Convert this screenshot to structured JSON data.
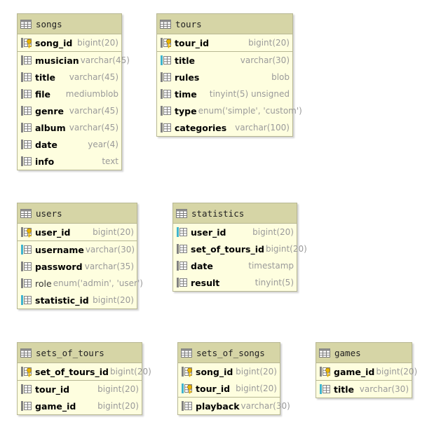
{
  "colors": {
    "header": "#d6d5a6",
    "body": "#fefedf",
    "border": "#b7b793",
    "key": "#e8b400",
    "foreign_key": "#3fb4cf",
    "column_icon": "#808080"
  },
  "tables": [
    {
      "id": "songs",
      "title": "songs",
      "pk": [
        {
          "name": "song_id",
          "type": "bigint(20)",
          "icon": "primary-key-icon"
        }
      ],
      "cols": [
        {
          "name": "musician",
          "type": "varchar(45)",
          "icon": "column-icon"
        },
        {
          "name": "title",
          "type": "varchar(45)",
          "icon": "column-icon"
        },
        {
          "name": "file",
          "type": "mediumblob",
          "icon": "column-icon"
        },
        {
          "name": "genre",
          "type": "varchar(45)",
          "icon": "column-icon"
        },
        {
          "name": "album",
          "type": "varchar(45)",
          "icon": "column-icon"
        },
        {
          "name": "date",
          "type": "year(4)",
          "icon": "column-icon"
        },
        {
          "name": "info",
          "type": "text",
          "icon": "column-icon"
        }
      ]
    },
    {
      "id": "tours",
      "title": "tours",
      "pk": [
        {
          "name": "tour_id",
          "type": "bigint(20)",
          "icon": "primary-key-icon"
        }
      ],
      "cols": [
        {
          "name": "title",
          "type": "varchar(30)",
          "icon": "foreign-key-column-icon"
        },
        {
          "name": "rules",
          "type": "blob",
          "icon": "column-icon"
        },
        {
          "name": "time",
          "type": "tinyint(5) unsigned",
          "icon": "column-icon"
        },
        {
          "name": "type",
          "type": "enum('simple', 'custom')",
          "icon": "column-icon"
        },
        {
          "name": "categories",
          "type": "varchar(100)",
          "icon": "column-icon"
        }
      ]
    },
    {
      "id": "users",
      "title": "users",
      "pk": [
        {
          "name": "user_id",
          "type": "bigint(20)",
          "icon": "primary-key-icon"
        }
      ],
      "cols": [
        {
          "name": "username",
          "type": "varchar(30)",
          "icon": "foreign-key-column-icon"
        },
        {
          "name": "password",
          "type": "varchar(35)",
          "icon": "column-icon"
        },
        {
          "name": "role",
          "type": "enum('admin', 'user')",
          "icon": "column-icon",
          "plain": true
        },
        {
          "name": "statistic_id",
          "type": "bigint(20)",
          "icon": "foreign-key-column-icon"
        }
      ]
    },
    {
      "id": "statistics",
      "title": "statistics",
      "pk": [],
      "cols": [
        {
          "name": "user_id",
          "type": "bigint(20)",
          "icon": "foreign-key-column-icon"
        },
        {
          "name": "set_of_tours_id",
          "type": "bigint(20)",
          "icon": "column-icon"
        },
        {
          "name": "date",
          "type": "timestamp",
          "icon": "column-icon"
        },
        {
          "name": "result",
          "type": "tinyint(5)",
          "icon": "column-icon"
        }
      ]
    },
    {
      "id": "sets_of_tours",
      "title": "sets_of_tours",
      "pk": [
        {
          "name": "set_of_tours_id",
          "type": "bigint(20)",
          "icon": "primary-key-icon"
        }
      ],
      "cols": [
        {
          "name": "tour_id",
          "type": "bigint(20)",
          "icon": "column-icon"
        },
        {
          "name": "game_id",
          "type": "bigint(20)",
          "icon": "column-icon"
        }
      ]
    },
    {
      "id": "sets_of_songs",
      "title": "sets_of_songs",
      "pk": [
        {
          "name": "song_id",
          "type": "bigint(20)",
          "icon": "primary-key-icon"
        },
        {
          "name": "tour_id",
          "type": "bigint(20)",
          "icon": "foreign-primary-key-icon"
        }
      ],
      "cols": [
        {
          "name": "playback",
          "type": "varchar(30)",
          "icon": "column-icon"
        }
      ]
    },
    {
      "id": "games",
      "title": "games",
      "pk": [
        {
          "name": "game_id",
          "type": "bigint(20)",
          "icon": "primary-key-icon"
        }
      ],
      "cols": [
        {
          "name": "title",
          "type": "varchar(30)",
          "icon": "foreign-key-column-icon"
        }
      ]
    }
  ]
}
